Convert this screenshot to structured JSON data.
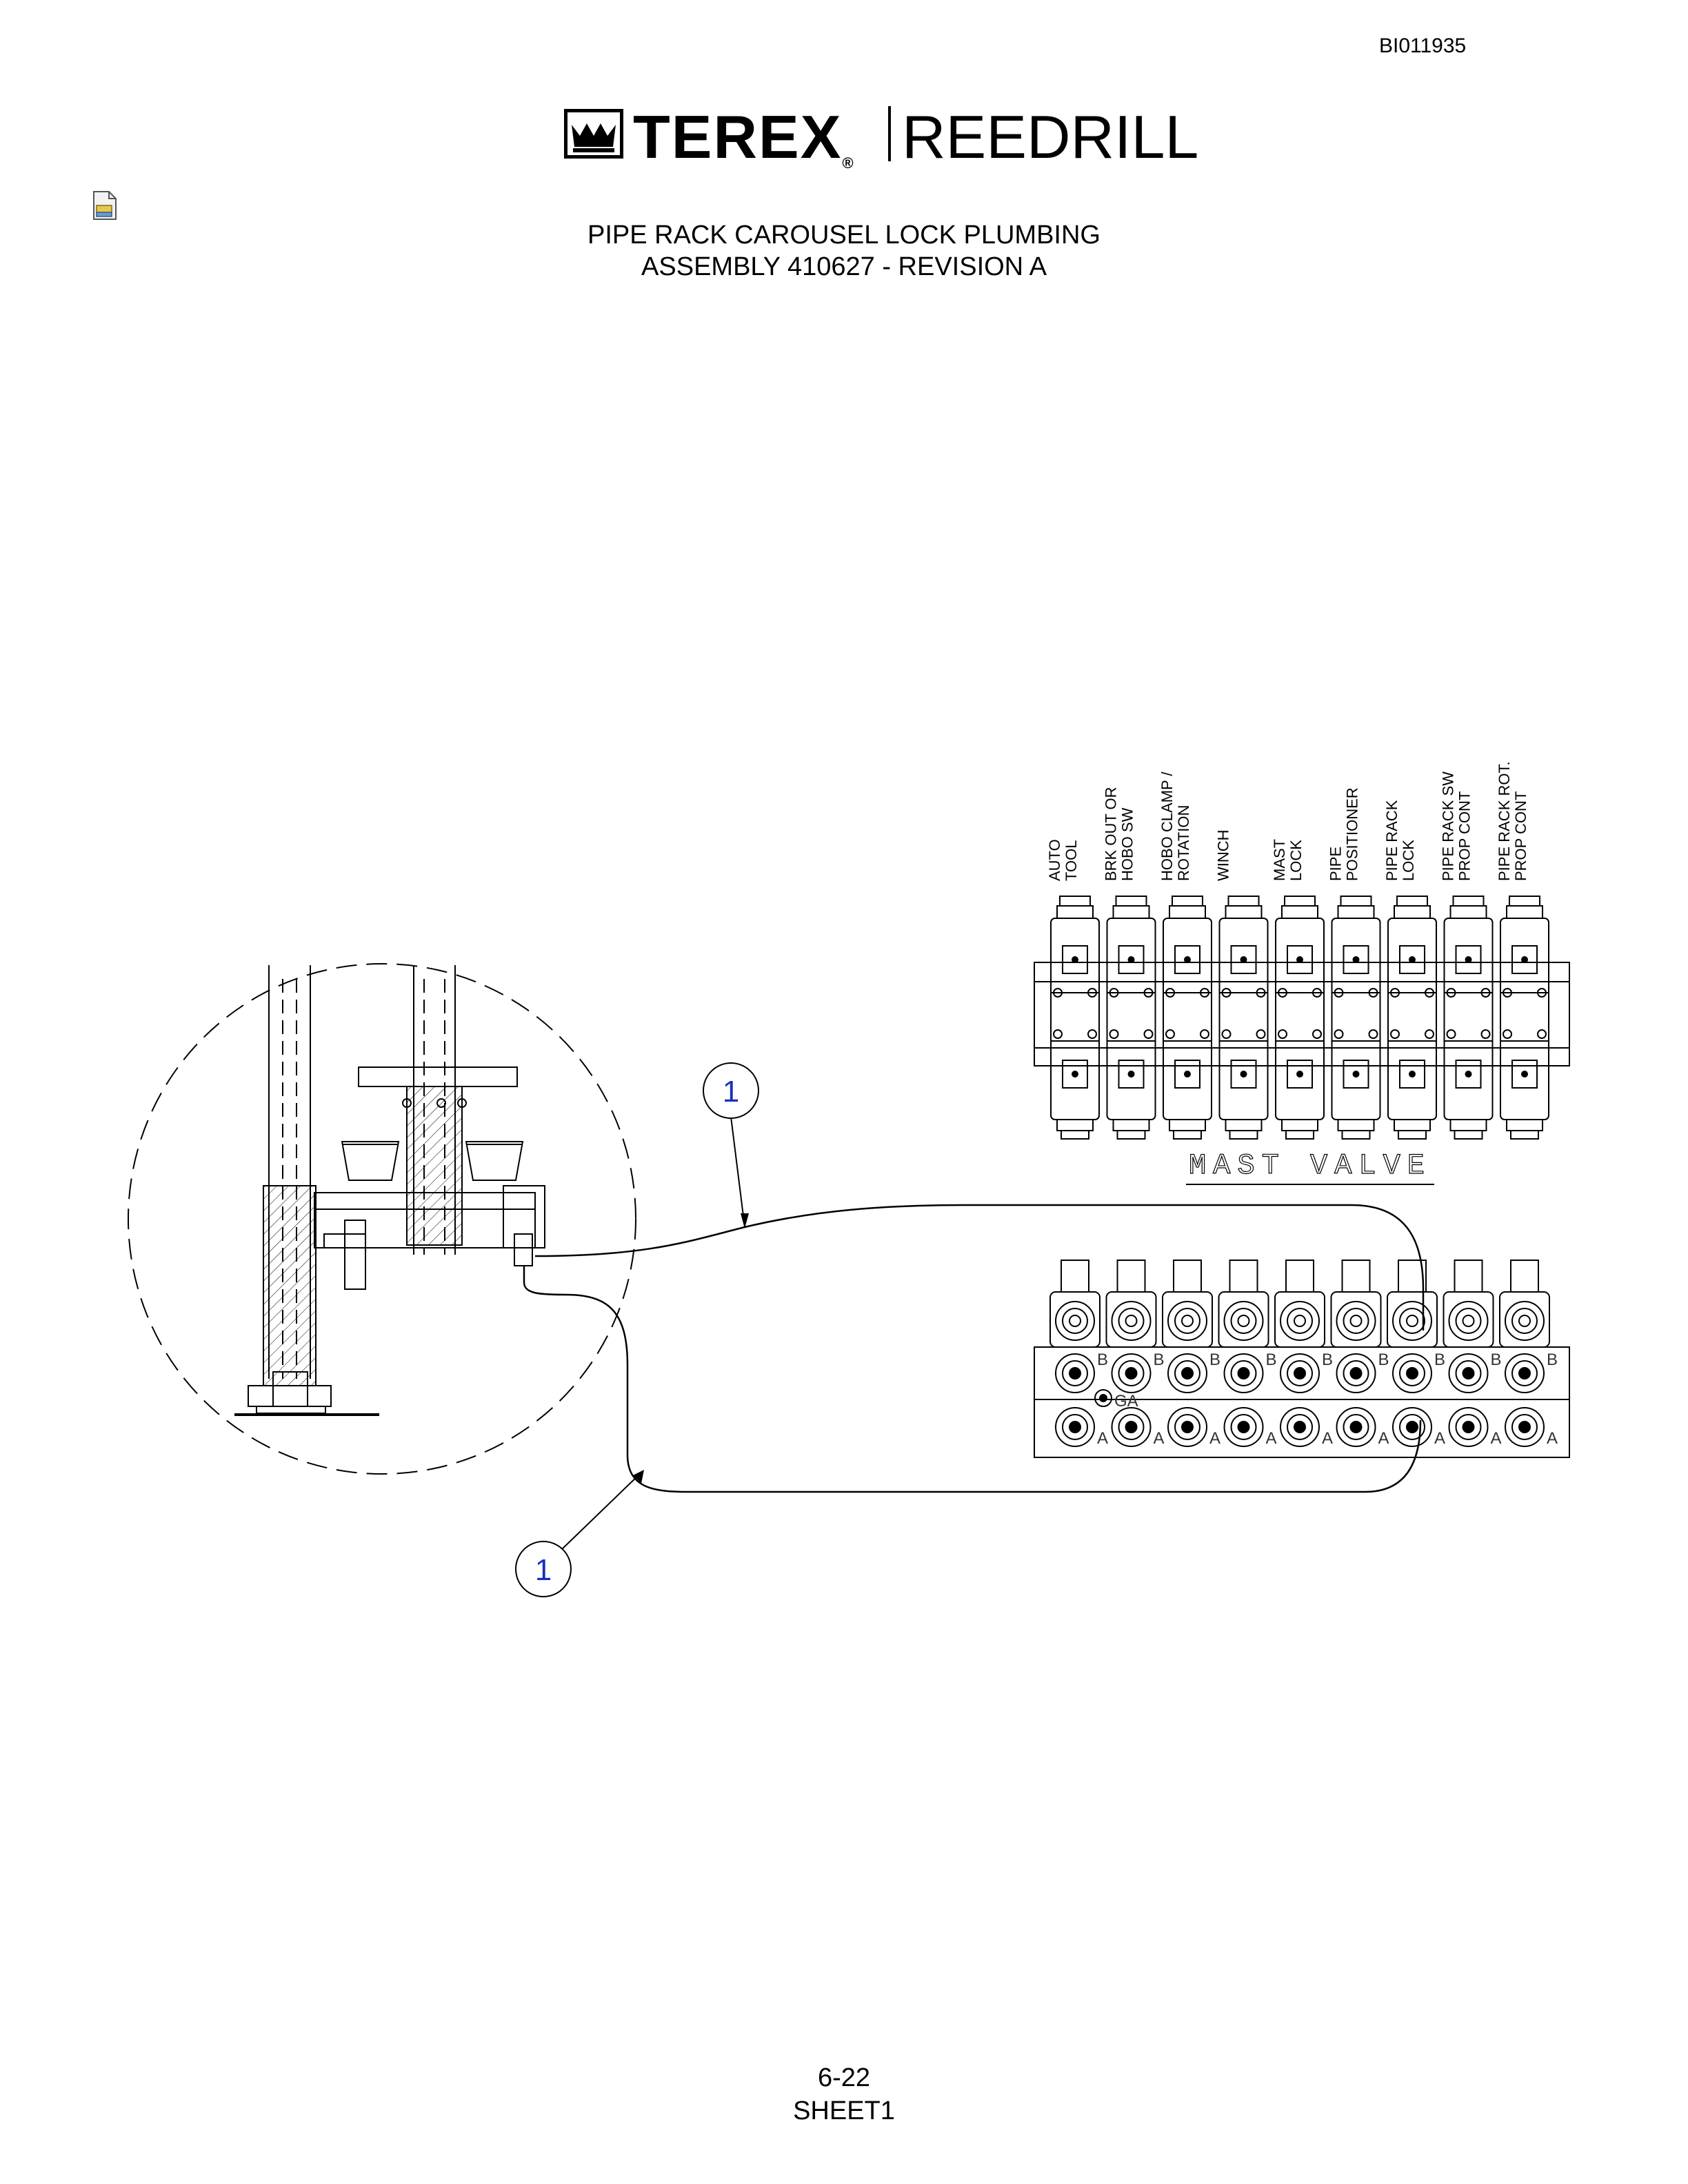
{
  "document": {
    "id": "BI011935",
    "title_line1": "PIPE RACK CAROUSEL LOCK PLUMBING",
    "title_line2": "ASSEMBLY 410627 - REVISION A",
    "page_number": "6-22",
    "sheet": "SHEET1"
  },
  "logo": {
    "brand": "TEREX",
    "registered": "®",
    "product": "REEDRILL"
  },
  "diagram": {
    "valve_sections": [
      {
        "line1": "AUTO",
        "line2": "TOOL"
      },
      {
        "line1": "BRK OUT OR",
        "line2": "HOBO SW"
      },
      {
        "line1": "HOBO CLAMP /",
        "line2": "ROTATION"
      },
      {
        "line1": "WINCH",
        "line2": ""
      },
      {
        "line1": "MAST",
        "line2": "LOCK"
      },
      {
        "line1": "PIPE",
        "line2": "POSITIONER"
      },
      {
        "line1": "PIPE RACK",
        "line2": "LOCK"
      },
      {
        "line1": "PIPE RACK SW",
        "line2": "PROP CONT"
      },
      {
        "line1": "PIPE RACK ROT.",
        "line2": "PROP CONT"
      }
    ],
    "mast_valve_label": "MAST VALVE",
    "port_b": "B",
    "port_a": "A",
    "gauge_port": "GA",
    "callout_top": "1",
    "callout_bottom": "1"
  }
}
